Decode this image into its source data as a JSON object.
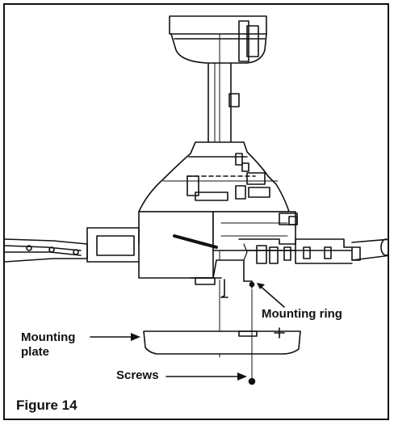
{
  "labels": {
    "mounting_ring": "Mounting ring",
    "mounting_plate_line1": "Mounting",
    "mounting_plate_line2": "plate",
    "screws": "Screws"
  },
  "caption": "Figure 14",
  "colors": {
    "ink": "#111111",
    "background": "#ffffff"
  }
}
